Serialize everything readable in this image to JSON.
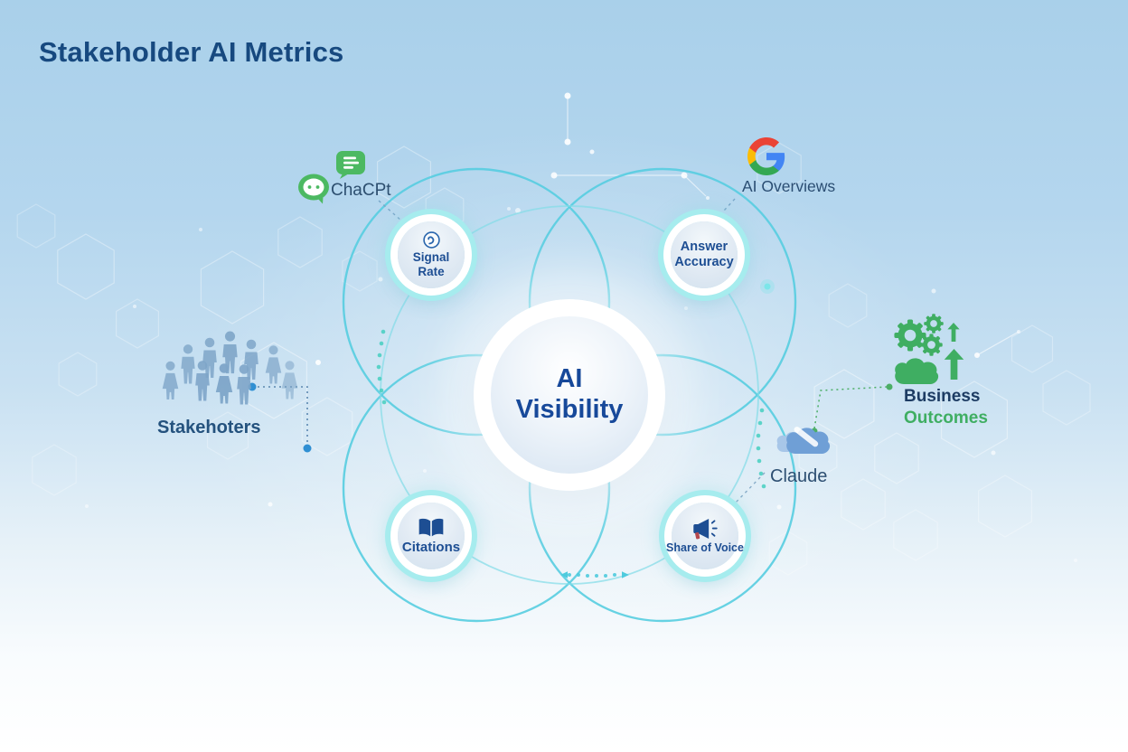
{
  "title": "Stakeholder AI Metrics",
  "center": {
    "line1": "AI",
    "line2": "Visibility"
  },
  "metrics": {
    "signal_rate": {
      "line1": "Signal",
      "line2": "Rate"
    },
    "answer_accuracy": {
      "line1": "Answer",
      "line2": "Accuracy"
    },
    "citations": {
      "label": "Citations"
    },
    "share_of_voice": {
      "label": "Share of Voice"
    }
  },
  "entities": {
    "chatgpt": {
      "label": "ChaCPt"
    },
    "ai_overviews": {
      "label": "AI Overviews"
    },
    "stakeholders": {
      "label": "Stakehoters"
    },
    "business_outcomes": {
      "line1": "Business",
      "line2": "Outcomes"
    },
    "claude": {
      "label": "Claude"
    }
  },
  "icons": {
    "chatgpt_round": "speech-bubble-with-face",
    "chatgpt_square": "speech-bubble-with-lines",
    "ai_overviews": "google-g",
    "stakeholders": "people-group-silhouettes",
    "business_outcomes": "gears-up-arrows-cloud",
    "claude": "blue-cloud-with-slash",
    "signal_rate": "circled-curve-glyph",
    "citations": "open-book",
    "share_of_voice": "megaphone"
  },
  "colors": {
    "title_text": "#17497F",
    "node_text": "#1D4E93",
    "hub_text": "#17499A",
    "ring_cyan": "#56CDE0",
    "outer_ring": "#84DDE8",
    "satellite_ring": "#A6ECEE",
    "green": "#3FAE62",
    "chat_green": "#4CB962",
    "claude_blue": "#6F9FD6",
    "claude_blue_light": "#A7C6E8",
    "people_blue": "#7FA6C9",
    "teal_dots": "#45CFC0",
    "connector_dot_blue": "#2F8FD3",
    "connector_dot_green": "#4CAE66",
    "google_blue": "#4285F4",
    "google_red": "#EA4335",
    "google_yellow": "#FBBC05",
    "google_green": "#34A853"
  }
}
